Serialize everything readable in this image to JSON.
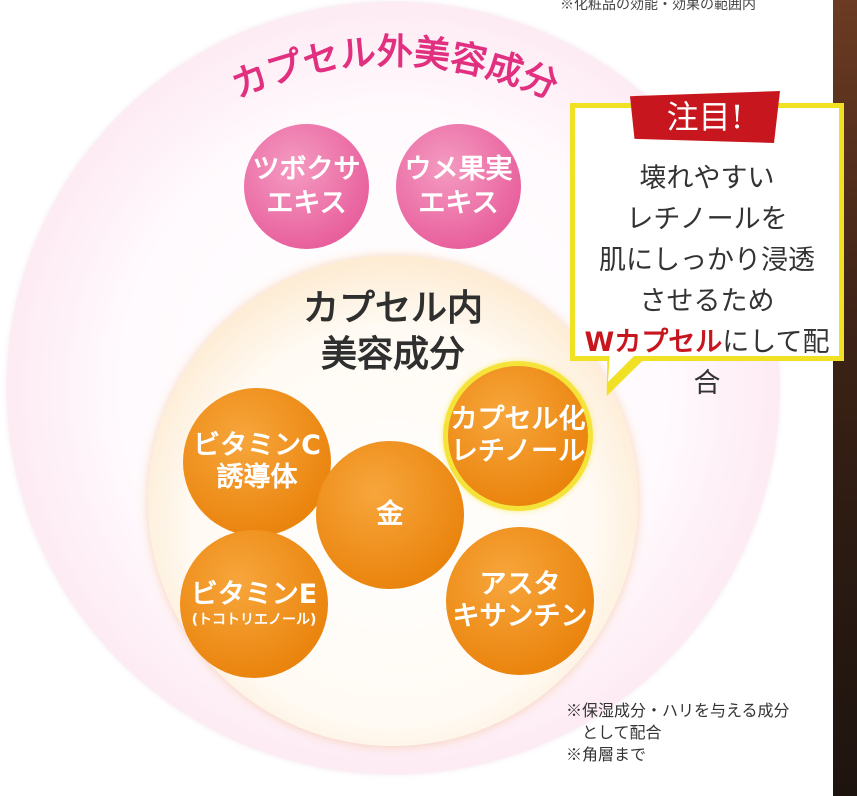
{
  "top_note": "※化粧品の効能・効果の範囲内",
  "outer_title": "カプセル外美容成分",
  "outer_ingredients": [
    {
      "line1": "ツボクサ",
      "line2": "エキス"
    },
    {
      "line1": "ウメ果実",
      "line2": "エキス"
    }
  ],
  "inner_title": {
    "line1": "カプセル内",
    "line2": "美容成分"
  },
  "inner_ingredients": {
    "vitc": {
      "line1": "ビタミンC",
      "line2": "誘導体"
    },
    "retinol": {
      "line1": "カプセル化",
      "line2": "レチノール"
    },
    "gold": {
      "line1": "金"
    },
    "vite": {
      "line1": "ビタミンE",
      "line2": "(トコトリエノール)"
    },
    "asta": {
      "line1": "アスタ",
      "line2": "キサンチン"
    }
  },
  "callout": {
    "badge": "注目!",
    "lines": [
      "壊れやすい",
      "レチノールを",
      "肌にしっかり浸透",
      "させるため"
    ],
    "last_line_highlight": "Wカプセル",
    "last_line_rest": "にして配合"
  },
  "footnotes": [
    "※保湿成分・ハリを与える成分",
    "　として配合",
    "※角層まで"
  ],
  "colors": {
    "pink": "#e9639f",
    "orange": "#eb8610",
    "highlight_yellow": "#f1e124",
    "badge_red": "#c8161e"
  }
}
